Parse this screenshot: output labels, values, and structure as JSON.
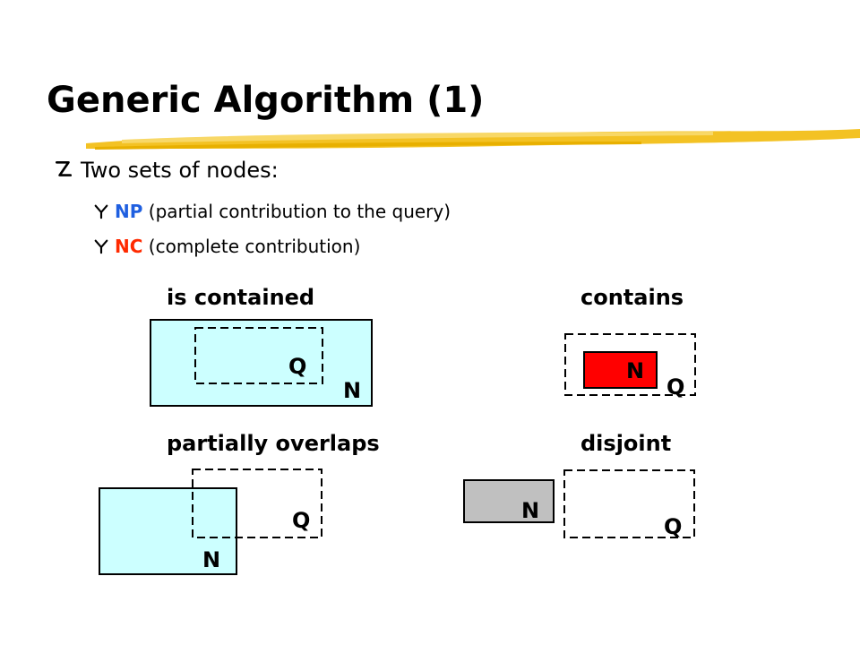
{
  "slide": {
    "title": "Generic Algorithm (1)",
    "bullets": {
      "main": "Two sets of nodes:",
      "np": {
        "term": "NP",
        "rest": " (partial contribution to the query)"
      },
      "nc": {
        "term": "NC",
        "rest": " (complete contribution)"
      }
    }
  },
  "colors": {
    "accent_brush": "#f3c224",
    "np_term": "#1f5fe0",
    "nc_term": "#ff2a00",
    "node_fill_light": "#ccffff",
    "node_fill_red": "#ff0000",
    "node_fill_gray": "#c0c0c0"
  },
  "diagram": {
    "cases": {
      "is_contained": {
        "caption": "is contained",
        "node": "N",
        "query": "Q"
      },
      "contains": {
        "caption": "contains",
        "node": "N",
        "query": "Q"
      },
      "partially_overlaps": {
        "caption": "partially overlaps",
        "node": "N",
        "query": "Q"
      },
      "disjoint": {
        "caption": "disjoint",
        "node": "N",
        "query": "Q"
      }
    }
  }
}
